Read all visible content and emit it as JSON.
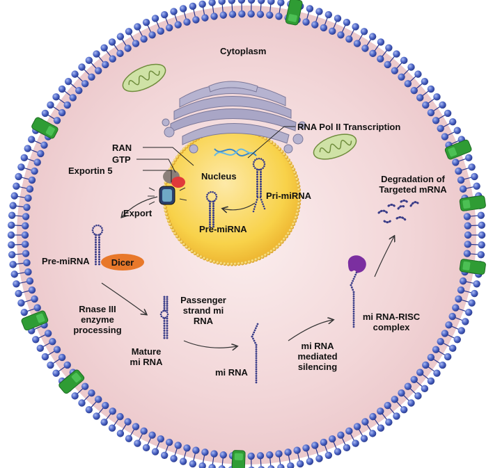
{
  "labels": {
    "cytoplasm": "Cytoplasm",
    "rna_pol": "RNA Pol II Transcription",
    "ran": "RAN",
    "gtp": "GTP",
    "exportin": "Exportin 5",
    "nucleus": "Nucleus",
    "pri_mirna": "Pri-miRNA",
    "pre_mirna_nucleus": "Pre-miRNA",
    "export": "Export",
    "pre_mirna_cyto": "Pre-miRNA",
    "dicer": "Dicer",
    "rnase_1": "Rnase III",
    "rnase_2": "enzyme",
    "rnase_3": "processing",
    "passenger_1": "Passenger",
    "passenger_2": "strand mi",
    "passenger_3": "RNA",
    "mature_1": "Mature",
    "mature_2": "mi RNA",
    "mirna": "mi RNA",
    "silencing_1": "mi RNA",
    "silencing_2": "mediated",
    "silencing_3": "silencing",
    "risc_1": "mi RNA-RISC",
    "risc_2": "complex",
    "degradation_1": "Degradation of",
    "degradation_2": "Targeted mRNA"
  },
  "colors": {
    "cytoplasm": "#f2d6d8",
    "membrane_bead": "#4a63c4",
    "membrane_tail": "#27338a",
    "nucleus_fill": "#f8d24a",
    "nucleus_border": "#e0a020",
    "golgi": "#a9a6c6",
    "mitochondria": "#b5d08a",
    "channel_protein": "#2f9c34",
    "rna_strand": "#3a3d88",
    "dicer": "#e8782a",
    "risc": "#7b2fa0",
    "ran": "#e03a3a",
    "gtp": "#7a6f6a"
  }
}
